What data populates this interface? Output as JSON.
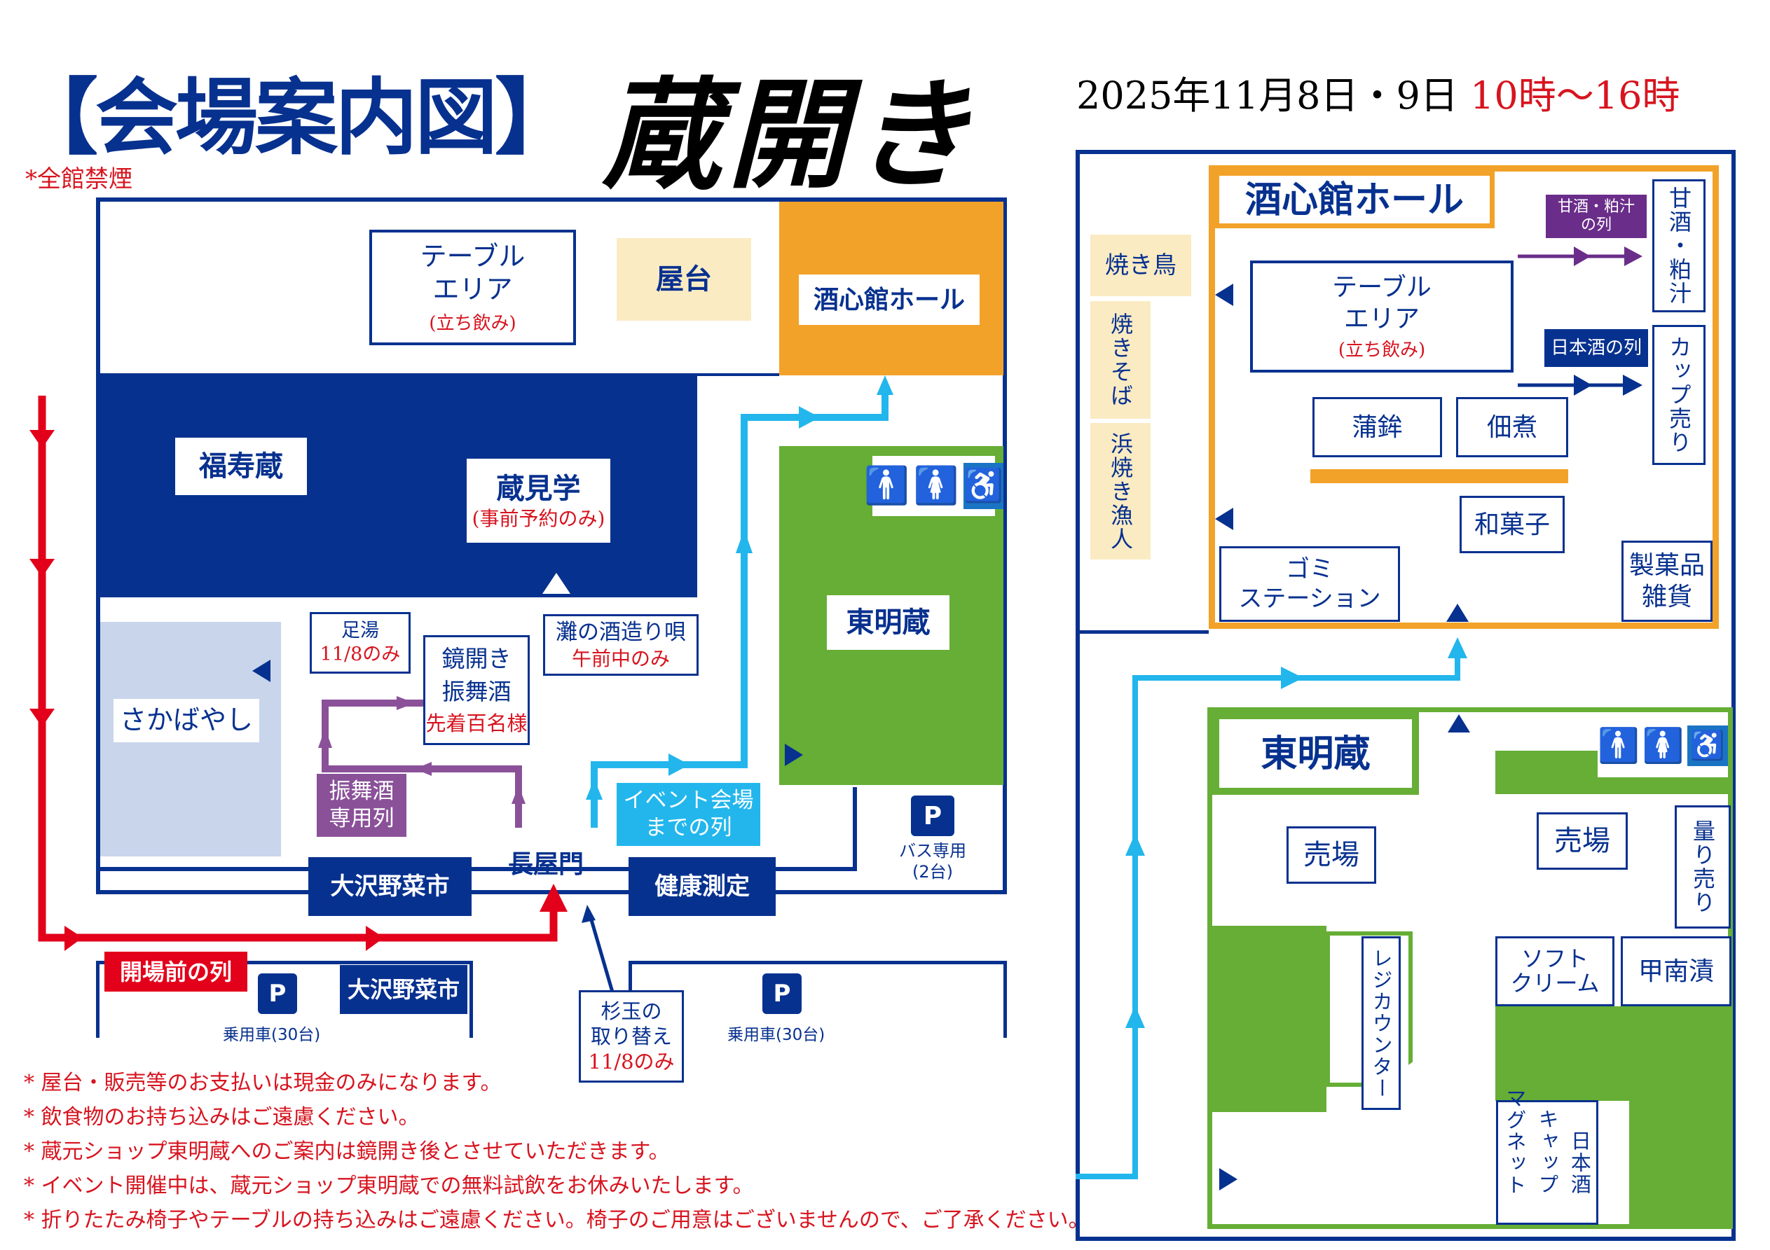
{
  "header": {
    "title": "【会場案内図】",
    "no_smoking": "*全館禁煙",
    "logo": "蔵開き",
    "date": "2025年11月8日・9日",
    "hours": "10時〜16時"
  },
  "colors": {
    "navy": "#07318f",
    "red": "#e2001a",
    "orange": "#f2a229",
    "green": "#66ae35",
    "light_blue": "#22b6ec",
    "purple": "#8a5199",
    "beige": "#faebc3",
    "pale_blue": "#c8d5eb",
    "deep_purple": "#6a2d8a"
  },
  "left_map": {
    "table_area": {
      "line1": "テーブル",
      "line2": "エリア",
      "note": "(立ち飲み)"
    },
    "yatai": "屋台",
    "shushinkan": "酒心館ホール",
    "fukuju": "福寿蔵",
    "kura_kengaku": {
      "label": "蔵見学",
      "note": "(事前予約のみ)"
    },
    "tomei": "東明蔵",
    "ashiyu": {
      "label": "足湯",
      "note": "11/8のみ"
    },
    "kagami": {
      "line1": "鏡開き",
      "line2": "振舞酒",
      "note": "先着百名様"
    },
    "nada_song": {
      "label": "灘の酒造り唄",
      "note": "午前中のみ"
    },
    "sakabayashi": "さかばやし",
    "furumai_line": {
      "line1": "振舞酒",
      "line2": "専用列"
    },
    "event_line": {
      "line1": "イベント会場",
      "line2": "までの列"
    },
    "nagayamon": "長屋門",
    "osawa_market": "大沢野菜市",
    "health": "健康測定",
    "bus_parking": {
      "icon": "P",
      "line1": "バス専用",
      "line2": "(2台)"
    },
    "pre_open_line": "開場前の列",
    "parking_left": {
      "icon": "P",
      "label": "乗用車(30台)"
    },
    "osawa_market2": "大沢野菜市",
    "sugidama": {
      "line1": "杉玉の",
      "line2": "取り替え",
      "note": "11/8のみ"
    },
    "parking_right": {
      "icon": "P",
      "label": "乗用車(30台)"
    }
  },
  "notes": [
    "* 屋台・販売等のお支払いは現金のみになります。",
    "* 飲食物のお持ち込みはご遠慮ください。",
    "* 蔵元ショップ東明蔵へのご案内は鏡開き後とさせていただきます。",
    "* イベント開催中は、蔵元ショップ東明蔵での無料試飲をお休みいたします。",
    "* 折りたたみ椅子やテーブルの持ち込みはご遠慮ください。椅子のご用意はございませんので、ご了承ください。"
  ],
  "right_map": {
    "hall_title": "酒心館ホール",
    "yakitori": "焼き鳥",
    "yakisoba": "焼きそば",
    "hamayaki": "浜焼き漁人",
    "table_area": {
      "line1": "テーブル",
      "line2": "エリア",
      "note": "(立ち飲み)"
    },
    "amazake_line": {
      "line1": "甘酒・粕汁",
      "line2": "の列"
    },
    "amazake": "甘酒・粕汁",
    "sake_line": "日本酒の列",
    "cup": "カップ売り",
    "kamaboko": "蒲鉾",
    "tsukudani": "佃煮",
    "wagashi": "和菓子",
    "gomi": {
      "line1": "ゴミ",
      "line2": "ステーション"
    },
    "seika": {
      "line1": "製菓品",
      "line2": "雑貨"
    },
    "tomei_title": "東明蔵",
    "uriba1": "売場",
    "uriba2": "売場",
    "hakari": "量り売り",
    "register": "レジカウンター",
    "soft": {
      "line1": "ソフト",
      "line2": "クリーム"
    },
    "konan": "甲南漬",
    "goods": {
      "col1": "日本酒",
      "col2": "キャップ",
      "col3": "マグネット"
    }
  }
}
